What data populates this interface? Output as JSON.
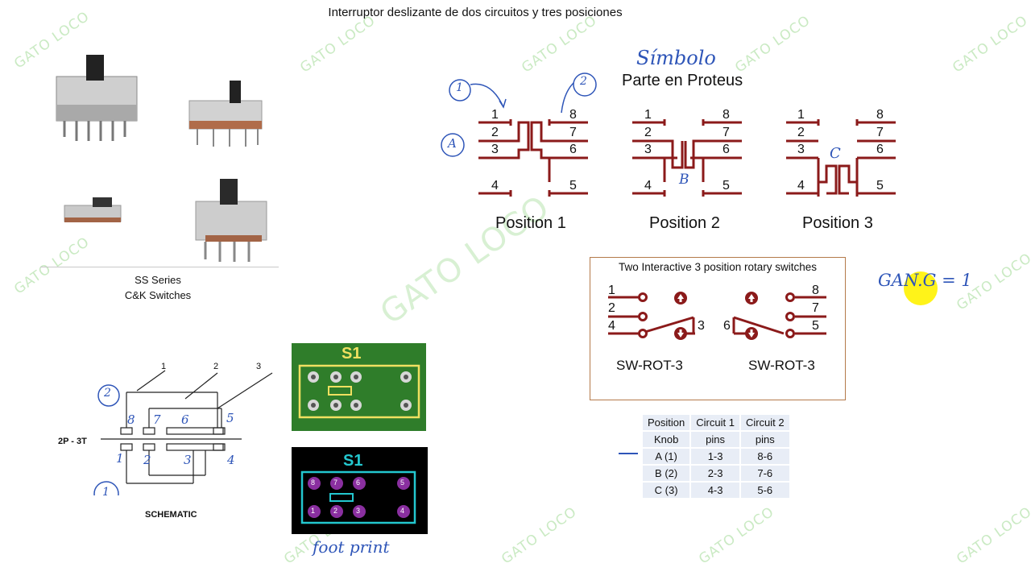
{
  "title": "Interruptor deslizante de dos circuitos y tres posiciones",
  "watermark": "GATO LOCO",
  "photos": {
    "caption_line1": "SS Series",
    "caption_line2": "C&K Switches"
  },
  "proteus": {
    "title": "Parte en Proteus",
    "handwritten_symbol": "Símbolo",
    "positions": [
      {
        "label": "Position 1",
        "annotation": "A"
      },
      {
        "label": "Position 2",
        "annotation": "B"
      },
      {
        "label": "Position 3",
        "annotation": "C"
      }
    ],
    "pins": [
      "1",
      "2",
      "3",
      "4",
      "5",
      "6",
      "7",
      "8"
    ],
    "circle_notes": [
      "1",
      "2"
    ]
  },
  "rotary": {
    "title": "Two Interactive 3 position rotary switches",
    "left": {
      "label": "SW-ROT-3",
      "pins": [
        "1",
        "2",
        "4",
        "3"
      ]
    },
    "right": {
      "label": "SW-ROT-3",
      "pins": [
        "8",
        "7",
        "5",
        "6"
      ]
    }
  },
  "gang_note": "GAN.G = 1",
  "table": {
    "header1": [
      "Position",
      "Circuit 1",
      "Circuit 2"
    ],
    "header2": [
      "Knob",
      "pins",
      "pins"
    ],
    "rows": [
      [
        "A (1)",
        "1-3",
        "8-6"
      ],
      [
        "B (2)",
        "2-3",
        "7-6"
      ],
      [
        "C (3)",
        "4-3",
        "5-6"
      ]
    ]
  },
  "schematic": {
    "type_label": "2P - 3T",
    "caption": "SCHEMATIC",
    "top_callouts": [
      "1",
      "2",
      "3"
    ],
    "handwritten_top": [
      "8",
      "7",
      "6",
      "5"
    ],
    "handwritten_bottom": [
      "1",
      "2",
      "3",
      "4"
    ],
    "circle_notes": [
      "2",
      "1"
    ]
  },
  "footprint": {
    "label1": "S1",
    "label2": "S1",
    "pads_top": [
      "8",
      "7",
      "6",
      "5"
    ],
    "pads_bottom": [
      "1",
      "2",
      "3",
      "4"
    ],
    "handwritten": "foot print"
  },
  "colors": {
    "proteus_red": "#8b1a1a",
    "handwriting_blue": "#2e55b8",
    "pcb_green": "#2f7d2a",
    "footprint_cyan": "#23c7cf",
    "pad_purple": "#8a2fa0",
    "highlight_yellow": "#fff200"
  }
}
